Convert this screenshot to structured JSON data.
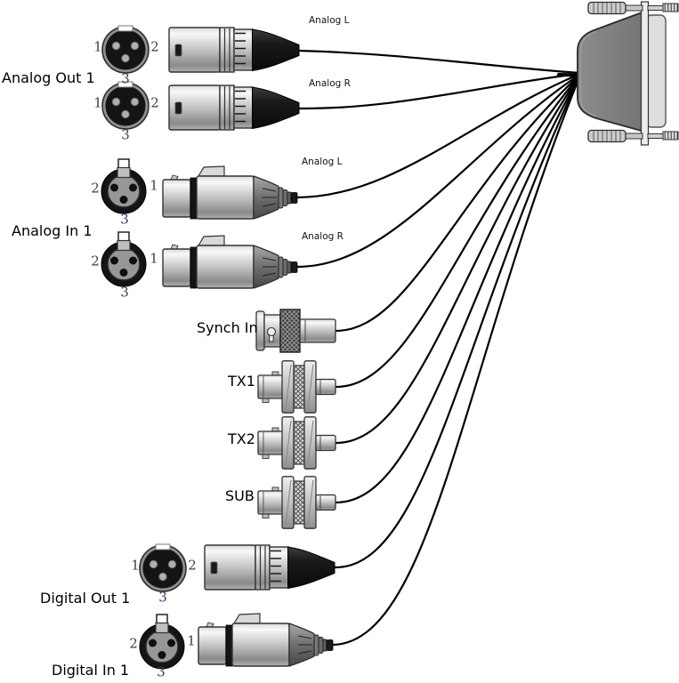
{
  "connectors": {
    "analog_out": {
      "label": "Analog Out 1",
      "channel_l": "Analog L",
      "channel_r": "Analog R"
    },
    "analog_in": {
      "label": "Analog In 1",
      "channel_l": "Analog L",
      "channel_r": "Analog R"
    },
    "synch_in": {
      "label": "Synch In"
    },
    "tx1": {
      "label": "TX1"
    },
    "tx2": {
      "label": "TX2"
    },
    "sub": {
      "label": "SUB"
    },
    "digital_out": {
      "label": "Digital Out 1"
    },
    "digital_in": {
      "label": "Digital In 1"
    }
  },
  "pins": {
    "p1": "1",
    "p2": "2",
    "p3": "3"
  },
  "colors": {
    "cable": "#000000",
    "pin_label": "#33425e",
    "text": "#000000",
    "dsub_hood": "#7f7f7f",
    "xlr_face": "#141414",
    "metal": "#c9c9c9",
    "boot": "#1a1a1a"
  }
}
